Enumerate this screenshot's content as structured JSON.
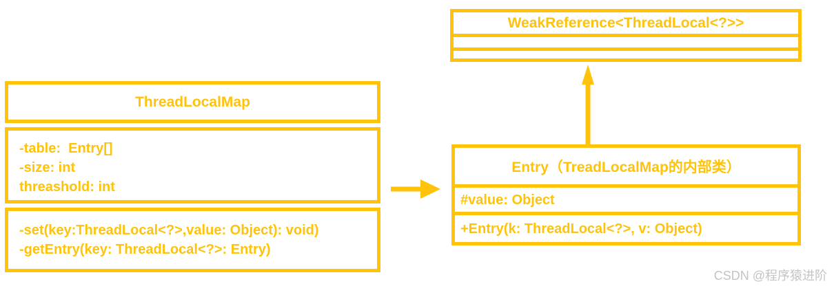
{
  "diagram": {
    "type": "uml-class-diagram",
    "colors": {
      "accent": "#FFC30C",
      "watermark": "#C4C4C4",
      "background": "#FFFFFF"
    },
    "classes": {
      "thread_local_map": {
        "title": "ThreadLocalMap",
        "fields": [
          "-table:  Entry[]",
          "-size: int",
          "threashold: int"
        ],
        "methods": [
          "-set(key:ThreadLocal<?>,value: Object): void)",
          "-getEntry(key: ThreadLocal<?>: Entry)"
        ]
      },
      "weak_reference": {
        "title": "WeakReference<ThreadLocal<?>>",
        "fields": [],
        "methods": []
      },
      "entry": {
        "title": "Entry（TreadLocalMap的内部类）",
        "fields": [
          "#value: Object"
        ],
        "methods": [
          "+Entry(k: ThreadLocal<?>, v: Object)"
        ]
      }
    },
    "relations": [
      {
        "from": "thread_local_map",
        "to": "entry",
        "kind": "arrow-right"
      },
      {
        "from": "entry",
        "to": "weak_reference",
        "kind": "arrow-up"
      }
    ],
    "watermark": "CSDN @程序猿进阶"
  }
}
